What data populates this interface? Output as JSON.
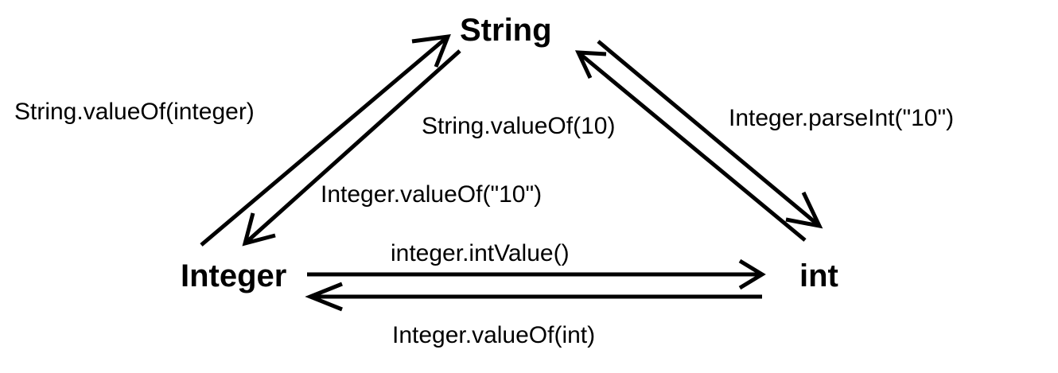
{
  "nodes": {
    "string": "String",
    "integer": "Integer",
    "int": "int"
  },
  "edges": {
    "integer_to_string": "String.valueOf(integer)",
    "string_to_integer": "Integer.valueOf(\"10\")",
    "int_to_string": "String.valueOf(10)",
    "string_to_int": "Integer.parseInt(\"10\")",
    "integer_to_int": "integer.intValue()",
    "int_to_integer": "Integer.valueOf(int)"
  }
}
